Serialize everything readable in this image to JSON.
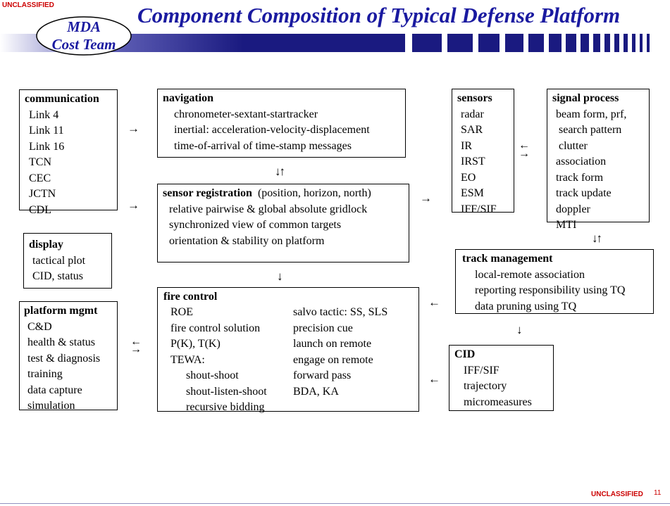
{
  "header": {
    "classification": "UNCLASSIFIED",
    "title": "Component Composition of Typical Defense Platform",
    "logo_line1": "MDA",
    "logo_line2": "Cost Team"
  },
  "footer": {
    "classification": "UNCLASSIFIED",
    "page_number": "11"
  },
  "colors": {
    "title": "#1a1aa0",
    "classification": "#cc0000",
    "band_gradient": [
      "#ffffff",
      "#6666bb",
      "#1a1a80"
    ]
  },
  "boxes": {
    "communication": {
      "title": "communication",
      "items": [
        "Link 4",
        "Link 11",
        "Link 16",
        "TCN",
        "CEC",
        "JCTN",
        "CDL"
      ]
    },
    "navigation": {
      "title": "navigation",
      "items": [
        "chronometer-sextant-startracker",
        "inertial:  acceleration-velocity-displacement",
        "time-of-arrival of time-stamp messages"
      ]
    },
    "sensors": {
      "title": "sensors",
      "items": [
        "radar",
        "SAR",
        "IR",
        "IRST",
        "EO",
        "ESM",
        "IFF/SIF"
      ]
    },
    "signal_process": {
      "title": "signal process",
      "items": [
        "beam form, prf,",
        " search pattern",
        " clutter",
        "association",
        "track form",
        "track update",
        "doppler",
        "MTI"
      ]
    },
    "sensor_registration": {
      "title": "sensor registration",
      "title_suffix": "  (position, horizon, north)",
      "items": [
        "relative pairwise & global absolute gridlock",
        "synchronized view of common targets",
        "orientation & stability on platform"
      ]
    },
    "display": {
      "title": "display",
      "items": [
        "tactical plot",
        "CID, status"
      ]
    },
    "track_management": {
      "title": "track management",
      "items": [
        "local-remote association",
        "reporting responsibility using TQ",
        "data pruning using TQ"
      ]
    },
    "platform_mgmt": {
      "title": "platform mgmt",
      "items": [
        "C&D",
        "health & status",
        "test & diagnosis",
        "training",
        "data capture",
        "simulation"
      ]
    },
    "fire_control": {
      "title": "fire control",
      "left_items": [
        "ROE",
        "fire control solution",
        "P(K), T(K)",
        "TEWA:",
        "shout-shoot",
        "shout-listen-shoot",
        "recursive bidding"
      ],
      "right_items": [
        "salvo tactic:  SS, SLS",
        "precision cue",
        "launch on remote",
        "engage on remote",
        "forward pass",
        "BDA, KA"
      ]
    },
    "cid": {
      "title": "CID",
      "items": [
        "IFF/SIF",
        "trajectory",
        "micromeasures"
      ]
    }
  },
  "arrows": {
    "right": "→",
    "left": "←",
    "down": "↓",
    "up_down": "↓↑",
    "exchange_lr": "⇆",
    "exchange_rl": "⇄"
  }
}
